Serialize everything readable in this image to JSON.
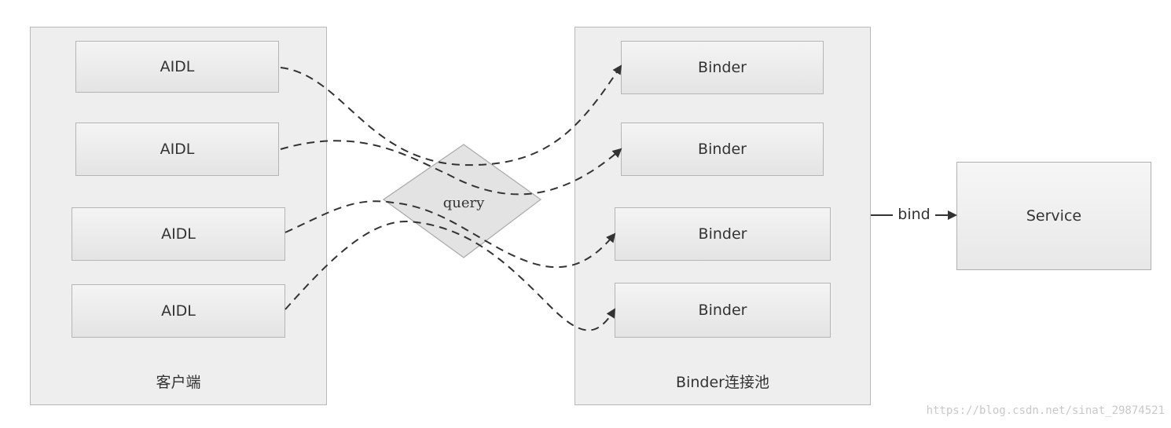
{
  "client": {
    "label": "客户端",
    "items": [
      "AIDL",
      "AIDL",
      "AIDL",
      "AIDL"
    ]
  },
  "pool": {
    "label": "Binder连接池",
    "items": [
      "Binder",
      "Binder",
      "Binder",
      "Binder"
    ]
  },
  "query_label": "query",
  "bind_label": "bind",
  "service_label": "Service",
  "watermark": "https://blog.csdn.net/sinat_29874521"
}
